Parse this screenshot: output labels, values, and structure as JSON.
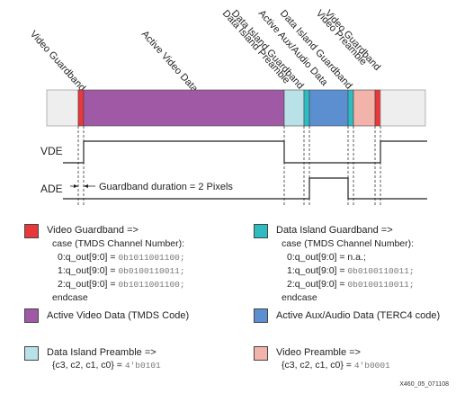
{
  "top_labels": {
    "video_guardband": "Video Guardband",
    "active_video_data": "Active Video Data",
    "data_island_preamble": "Data Island Preamble",
    "data_island_guardband_1": "Data Island Guardband",
    "active_aux_audio_data": "Active Aux/Audio Data",
    "data_island_guardband_2": "Data Island Guardband",
    "video_preamble": "Video Preamble",
    "video_guardband_2": "Video Guardband"
  },
  "signals": {
    "vde": "VDE",
    "ade": "ADE"
  },
  "guardband_note": "Guardband duration = 2 Pixels",
  "colors": {
    "video_guardband": "#e8383b",
    "active_video": "#a05aa5",
    "data_island_preamble": "#b9e2e8",
    "data_island_guardband": "#2fbcc0",
    "active_aux_audio": "#5b8fcf",
    "video_preamble": "#f2b4aa",
    "blank": "#eeeeee"
  },
  "legend": {
    "video_guardband": {
      "title": "Video Guardband =>",
      "case": "case (TMDS Channel Number):",
      "l0": "0:q_out[9:0] = ",
      "v0": "0b1011001100;",
      "l1": "1:q_out[9:0] = ",
      "v1": "0b0100110011;",
      "l2": "2:q_out[9:0] = ",
      "v2": "0b1011001100;",
      "end": "endcase"
    },
    "data_island_guardband": {
      "title": "Data Island Guardband =>",
      "case": "case (TMDS Channel Number):",
      "l0": "0:q_out[9:0] = n.a.;",
      "l1": "1:q_out[9:0] = ",
      "v1": "0b0100110011;",
      "l2": "2:q_out[9:0] = ",
      "v2": "0b0100110011;",
      "end": "endcase"
    },
    "active_video": {
      "title": "Active Video Data (TMDS Code)"
    },
    "active_aux": {
      "title": "Active Aux/Audio Data (TERC4 code)"
    },
    "data_island_preamble": {
      "title": "Data Island Preamble =>",
      "expr": "{c3, c2, c1, c0} = ",
      "value": "4'b0101"
    },
    "video_preamble": {
      "title": "Video Preamble =>",
      "expr": "{c3, c2, c1, c0} = ",
      "value": "4'b0001"
    }
  },
  "figure_id": "X460_05_071108"
}
